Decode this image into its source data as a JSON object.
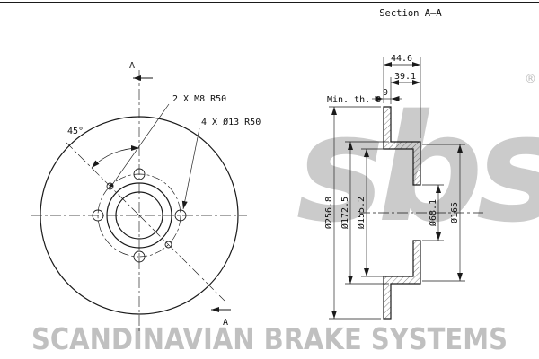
{
  "page": {
    "section_label": "Section A–A"
  },
  "front_view": {
    "note_m8": "2 X M8 R50",
    "note_holes": "4 X Ø13 R50",
    "angle_label": "45°",
    "section_a_top": "A",
    "section_a_bottom": "A"
  },
  "section_view": {
    "dim_width_total": "44.6",
    "dim_width_inner": "39.1",
    "dim_thickness": "9",
    "note_min_thickness": "Min. th. 8",
    "dim_outer_dia": "Ø256.8",
    "dim_hat_outer_dia": "Ø172.5",
    "dim_hat_inner_dia": "Ø155.2",
    "dim_bore_dia": "Ø68.1",
    "dim_flange_dia": "Ø165"
  },
  "watermark": {
    "logo_text": "sbs",
    "registered_mark": "®",
    "banner_text": "SCANDINAVIAN BRAKE SYSTEMS"
  },
  "colors": {
    "line": "#1a1a1a",
    "watermark_gray": "#c6c6c6"
  }
}
